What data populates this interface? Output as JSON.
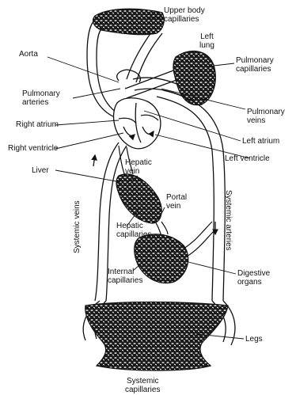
{
  "labels": {
    "upper_body": [
      "Upper body",
      "capillaries"
    ],
    "left_lung": [
      "Left",
      "lung"
    ],
    "aorta": "Aorta",
    "pulmonary_capillaries": [
      "Pulmonary",
      "capillaries"
    ],
    "pulmonary_arteries": [
      "Pulmonary",
      "arteries"
    ],
    "pulmonary_veins": [
      "Pulmonary",
      "veins"
    ],
    "right_atrium": "Right atrium",
    "left_atrium": "Left atrium",
    "right_ventricle": "Right ventricle",
    "left_ventricle": "Left ventricle",
    "hepatic_vein": [
      "Hepatic",
      "vein"
    ],
    "liver": "Liver",
    "portal_vein": [
      "Portal",
      "vein"
    ],
    "hepatic_capillaries": [
      "Hepatic",
      "capillaries"
    ],
    "systemic_veins": "Systemic veins",
    "systemic_arteries": "Systemic arteries",
    "digestive_organs": [
      "Digestive",
      "organs"
    ],
    "internal_capillaries": [
      "Internal",
      "capillaries"
    ],
    "legs": "Legs",
    "systemic_capillaries": [
      "Systemic",
      "capillaries"
    ]
  },
  "colors": {
    "ink": "#111111",
    "vessel_fill": "#ffffff",
    "capillary_fill": "#1a1a1a"
  }
}
